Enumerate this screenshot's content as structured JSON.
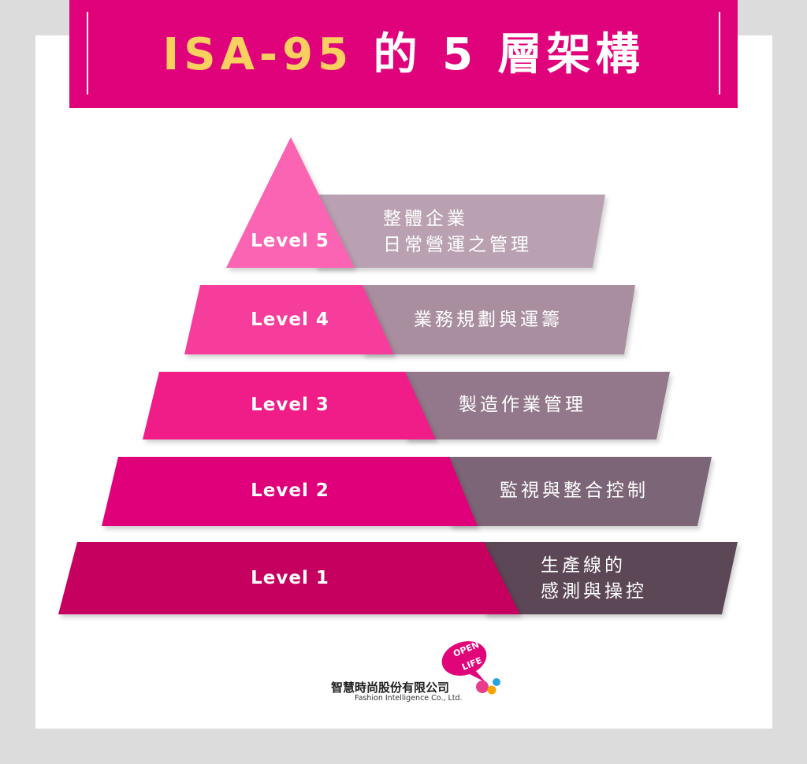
{
  "title": {
    "accent": "ISA-95",
    "rest": " 的 5 層架構"
  },
  "levels": [
    {
      "label": "Level 5",
      "desc": [
        "整體企業",
        "日常營運之管理"
      ]
    },
    {
      "label": "Level 4",
      "desc": [
        "業務規劃與運籌"
      ]
    },
    {
      "label": "Level 3",
      "desc": [
        "製造作業管理"
      ]
    },
    {
      "label": "Level 2",
      "desc": [
        "監視與整合控制"
      ]
    },
    {
      "label": "Level 1",
      "desc": [
        "生產線的",
        "感測與操控"
      ]
    }
  ],
  "footer": {
    "company_cn": "智慧時尚股份有限公司",
    "company_en": "Fashion Intelligence Co., Ltd.",
    "logo_line1": "OPEN",
    "logo_line2": "LIFE"
  },
  "colors": {
    "banner": "#e0027a",
    "title_accent": "#f8d060",
    "tier_pinks": [
      "#fb64b3",
      "#f63c9b",
      "#f01a87",
      "#e00579",
      "#c5005f"
    ],
    "panel_greys": [
      "#b9a1b1",
      "#a88e9f",
      "#92788a",
      "#7c6577",
      "#5c4656"
    ]
  }
}
